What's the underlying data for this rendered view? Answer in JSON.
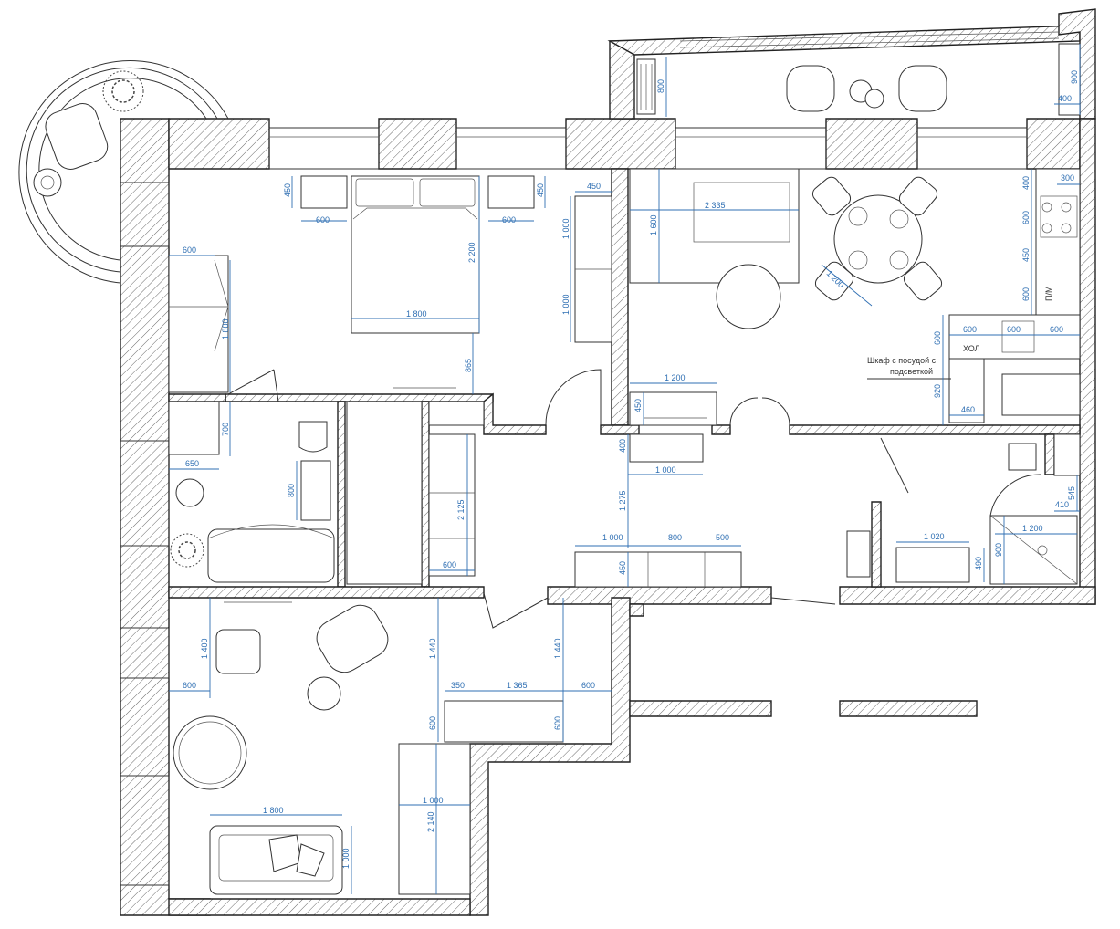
{
  "dims": {
    "bed_night_left": "600",
    "bed_night_left_depth": "450",
    "bed_night_right": "600",
    "bed_night_right_depth": "450",
    "bed_width": "1 800",
    "bed_length": "2 200",
    "bed_wardrobe_w": "600",
    "bed_wardrobe_h": "1 800",
    "bed_shelf_top": "1 000",
    "bed_shelf_bottom": "1 000",
    "bed_shelf_depth": "450",
    "bed_to_wall": "865",
    "bath_cab_h": "700",
    "bath_sink_w": "650",
    "bath_tub_w": "800",
    "corr_2125": "2 125",
    "corr_600": "600",
    "kit_sofa_w": "2 335",
    "kit_sofa_d": "1 600",
    "kit_table_d": "1 200",
    "kit_top_300": "300",
    "kit_col_400": "400",
    "kit_col_600a": "600",
    "kit_col_450": "450",
    "kit_col_600b": "600",
    "kit_counter_600a": "600",
    "kit_counter_600b": "600",
    "kit_counter_600c": "600",
    "kit_side_600": "600",
    "kit_920": "920",
    "kit_460": "460",
    "kit_tv_w": "1 200",
    "kit_tv_d": "450",
    "hall_400": "400",
    "hall_1000": "1 000",
    "hall_1275": "1 275",
    "hall_row_1000": "1 000",
    "hall_row_800": "800",
    "hall_row_500": "500",
    "hall_450": "450",
    "wc_1020": "1 020",
    "wc_490": "490",
    "wc_1200": "1 200",
    "wc_900": "900",
    "wc_410": "410",
    "wc_545": "545",
    "balc_800": "800",
    "balc_900": "900",
    "balc_400": "400",
    "liv_1400": "1 400",
    "liv_600a": "600",
    "liv_1440a": "1 440",
    "liv_1440b": "1 440",
    "liv_350": "350",
    "liv_1365": "1 365",
    "liv_600b": "600",
    "liv_600c": "600",
    "liv_600d": "600",
    "liv_sofa_w": "1 800",
    "liv_sofa_d": "1 000",
    "liv_cab_w": "1 000",
    "liv_cab_h": "2 140"
  },
  "labels": {
    "pm": "П/М",
    "hol": "ХОЛ",
    "cabinet_note_1": "Шкаф с посудой с",
    "cabinet_note_2": "подсветкой"
  },
  "colors": {
    "dimension": "#2f6fb3",
    "wall_hatch": "#555555",
    "line": "#333333"
  }
}
